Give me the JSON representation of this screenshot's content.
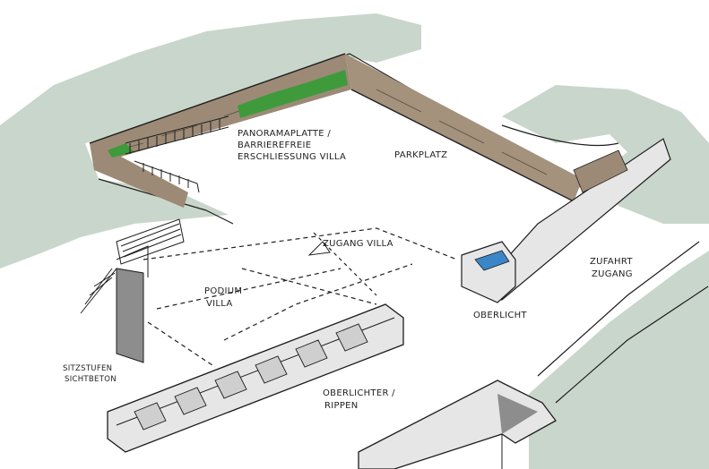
{
  "labels": {
    "panorama": [
      "PANORAMAPLATTE /",
      "BARRIEREFREIE",
      "ERSCHLIESSUNG VILLA"
    ],
    "parkplatz": "PARKPLATZ",
    "zugang_villa": "ZUGANG VILLA",
    "podium_villa": [
      "PODIUM",
      "VILLA"
    ],
    "zufahrt_zugang": [
      "ZUFAHRT",
      "ZUGANG"
    ],
    "oberlicht": "OBERLICHT",
    "oberlichter_rippen": [
      "OBERLICHTER /",
      "RIPPEN"
    ],
    "sitzstufen": [
      "SITZSTUFEN",
      "SICHTBETON"
    ]
  },
  "colors": {
    "vegetation": "#c9d6cb",
    "stone_wall": "#9c8a76",
    "green_plants": "#3f9a3c",
    "concrete_light": "#e6e6e6",
    "concrete_dark": "#8d8d8d",
    "water": "#3b86c9",
    "ink": "#1e1e1e"
  }
}
